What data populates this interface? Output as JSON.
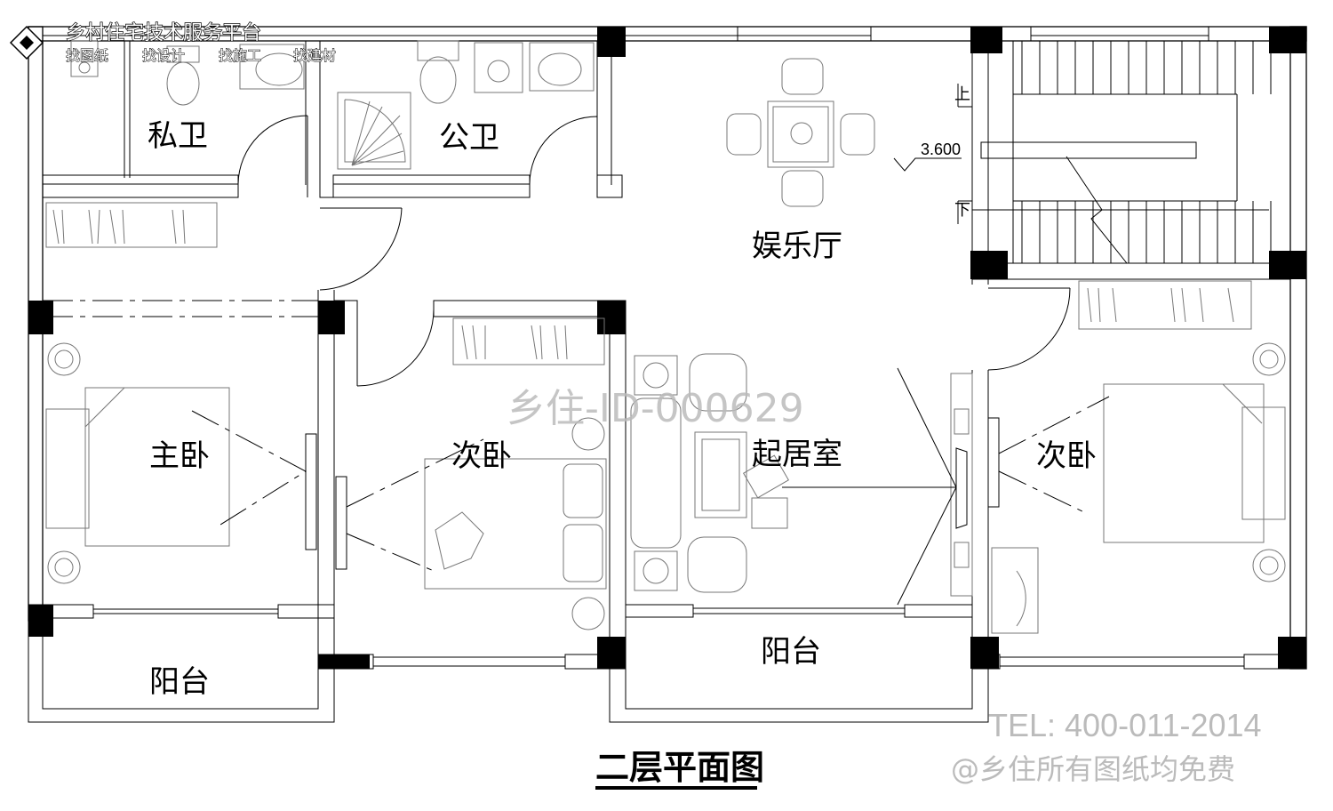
{
  "logo": {
    "name": "乡村住宅技术服务平台",
    "links": [
      "找图纸",
      "找设计",
      "找施工",
      "找建材"
    ]
  },
  "rooms": {
    "private_bath": "私卫",
    "public_bath": "公卫",
    "entertainment": "娱乐厅",
    "master_bed": "主卧",
    "second_bed_mid": "次卧",
    "living": "起居室",
    "second_bed_right": "次卧",
    "balcony_left": "阳台",
    "balcony_mid": "阳台"
  },
  "stairs": {
    "up": "上",
    "down": "下"
  },
  "elevation": "3.600",
  "title": "二层平面图",
  "watermark": {
    "id": "乡住-ID-000629",
    "tel": "TEL: 400-011-2014",
    "free": "@乡住所有图纸均免费"
  }
}
